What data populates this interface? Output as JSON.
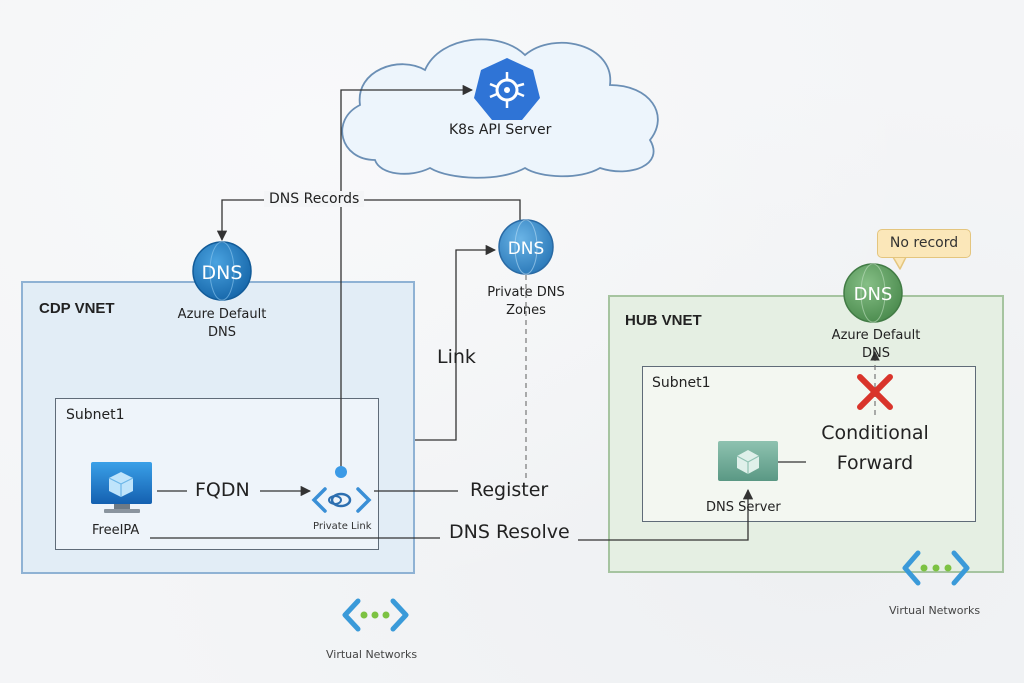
{
  "cloud": {
    "label": "K8s API Server",
    "icon": "kubernetes-icon"
  },
  "dns_records_label": "DNS Records",
  "cdp_vnet": {
    "title": "CDP VNET",
    "azure_dns": {
      "icon_text": "DNS",
      "line1": "Azure Default",
      "line2": "DNS"
    },
    "subnet": {
      "title": "Subnet1",
      "freeipa_label": "FreeIPA",
      "private_link_label": "Private Link"
    },
    "virtual_networks_label": "Virtual Networks"
  },
  "private_dns": {
    "icon_text": "DNS",
    "line1": "Private DNS",
    "line2": "Zones"
  },
  "hub_vnet": {
    "title": "HUB VNET",
    "azure_dns": {
      "icon_text": "DNS",
      "line1": "Azure Default",
      "line2": "DNS"
    },
    "note": "No record",
    "subnet": {
      "title": "Subnet1",
      "dns_server_label": "DNS Server",
      "conditional_line1": "Conditional",
      "conditional_line2": "Forward"
    },
    "virtual_networks_label": "Virtual Networks"
  },
  "flows": {
    "fqdn": "FQDN",
    "link": "Link",
    "register": "Register",
    "dns_resolve": "DNS Resolve"
  },
  "colors": {
    "dns_blue": "#1f7fc4",
    "dns_green": "#5a9a5c",
    "cross_red": "#d9342b",
    "note_fill": "#fbe7b9"
  }
}
